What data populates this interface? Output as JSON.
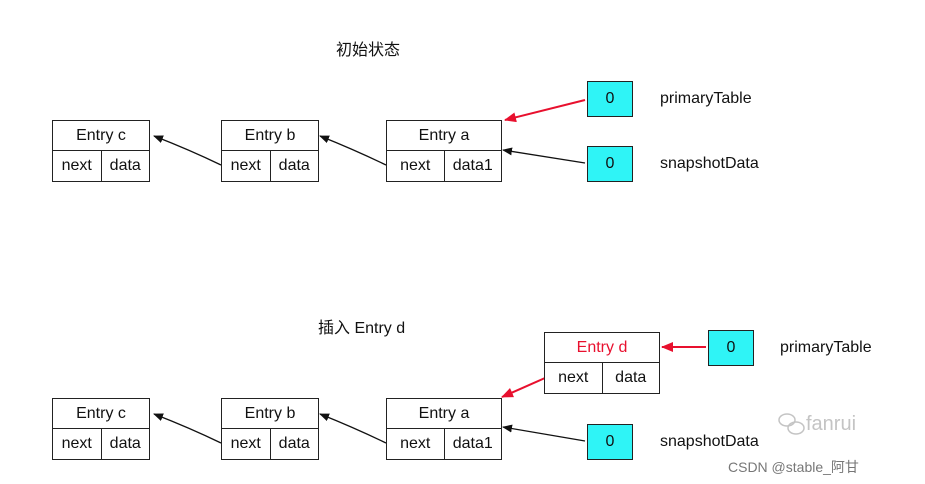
{
  "section_initial": {
    "heading": "初始状态",
    "entries": {
      "c": {
        "title": "Entry c",
        "next": "next",
        "data": "data"
      },
      "b": {
        "title": "Entry b",
        "next": "next",
        "data": "data"
      },
      "a": {
        "title": "Entry a",
        "next": "next",
        "data": "data1"
      }
    },
    "primary_table": {
      "value": "0",
      "label": "primaryTable"
    },
    "snapshot_data": {
      "value": "0",
      "label": "snapshotData"
    }
  },
  "section_insert": {
    "heading": "插入 Entry d",
    "entries": {
      "d": {
        "title": "Entry d",
        "next": "next",
        "data": "data"
      },
      "c": {
        "title": "Entry c",
        "next": "next",
        "data": "data"
      },
      "b": {
        "title": "Entry b",
        "next": "next",
        "data": "data"
      },
      "a": {
        "title": "Entry a",
        "next": "next",
        "data": "data1"
      }
    },
    "primary_table": {
      "value": "0",
      "label": "primaryTable"
    },
    "snapshot_data": {
      "value": "0",
      "label": "snapshotData"
    }
  },
  "watermarks": {
    "fanrui": "fanrui",
    "csdn": "CSDN @stable_阿甘"
  },
  "colors": {
    "pointer_box": "#2ff4f6",
    "highlight_arrow": "#e8102e",
    "normal_arrow": "#111111",
    "new_entry_title": "#e8102e"
  }
}
